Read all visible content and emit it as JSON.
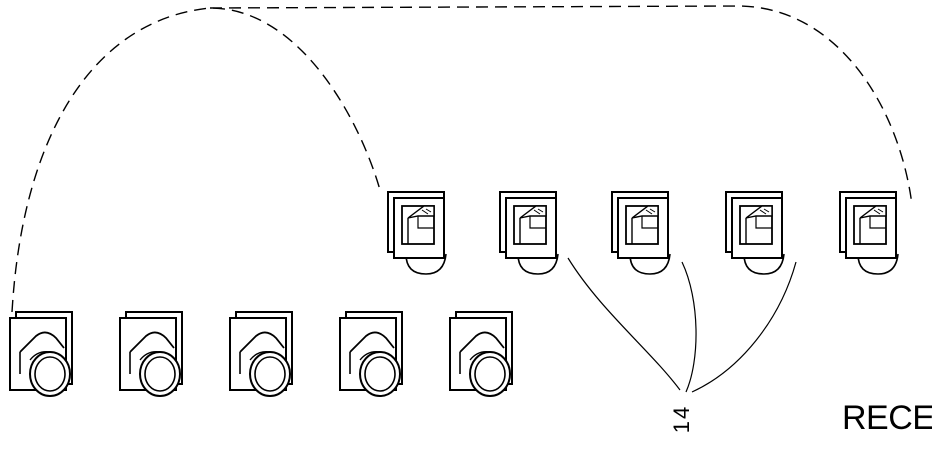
{
  "diagram": {
    "reference_numeral": "14",
    "section_label": "RECE",
    "upper_row": {
      "count": 5,
      "component": "square-jack",
      "icon": "modular-jack-icon"
    },
    "lower_row": {
      "count": 5,
      "component": "round-connector",
      "icon": "barrel-connector-icon"
    },
    "connections": [
      {
        "from": "connector-1",
        "to": "jack-1",
        "style": "dashed"
      },
      {
        "from": "connector-1",
        "to": "jack-5",
        "style": "dashed"
      },
      {
        "from": "jack-2",
        "to": "reference-14",
        "style": "solid"
      },
      {
        "from": "jack-3",
        "to": "reference-14",
        "style": "solid"
      },
      {
        "from": "jack-4",
        "to": "reference-14",
        "style": "solid"
      }
    ],
    "colors": {
      "line": "#000000",
      "background": "#ffffff"
    }
  }
}
